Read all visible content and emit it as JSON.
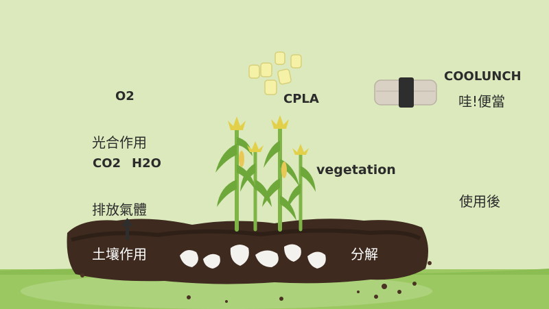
{
  "labels": {
    "o2": "O2",
    "photosynthesis": "光合作用",
    "co2": "CO2",
    "h2o": "H2O",
    "emission": "排放氣體",
    "soil_action": "土壤作用",
    "cpla": "CPLA",
    "vegetation": "vegetation",
    "decompose": "分解",
    "brand": "COOLUNCH",
    "brand_cn": "哇!便當",
    "after_use": "使用後"
  },
  "colors": {
    "background": "#dbe9bd",
    "ground": "#9cc862",
    "soil": "#3e2a1e",
    "leaf": "#6fa83a",
    "tassel": "#e3d04a",
    "box": "#d9d1c3",
    "band": "#2e2e2e"
  }
}
